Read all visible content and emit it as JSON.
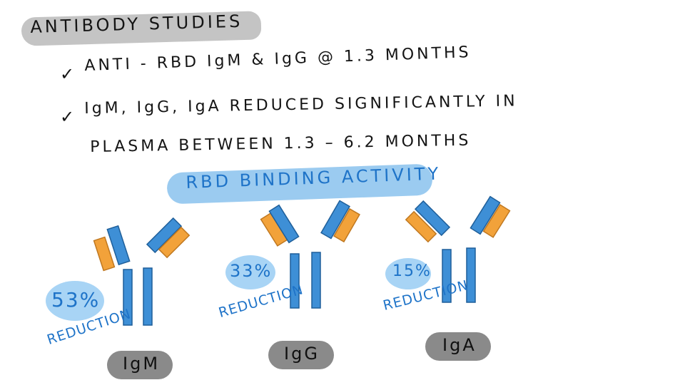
{
  "header": {
    "title": "ANTIBODY STUDIES"
  },
  "bullets": [
    {
      "check": "✓",
      "text": "ANTI - RBD  IgM  &  IgG   @  1.3  MONTHS"
    },
    {
      "check": "✓",
      "text": "IgM, IgG, IgA  REDUCED  SIGNIFICANTLY  IN",
      "continuation": "PLASMA   BETWEEN   1.3  –  6.2  MONTHS"
    }
  ],
  "section": {
    "label": "RBD  BINDING  ACTIVITY"
  },
  "colors": {
    "blue": "#3e8fd6",
    "orange": "#f2a23a",
    "light_blue": "#a8d4f5",
    "label_blue": "#1e73c8",
    "pill_gray": "#8a8a8a"
  },
  "antibodies": [
    {
      "name": "IgM",
      "reduction_percent": "53%",
      "reduction_label": "REDUCTION"
    },
    {
      "name": "IgG",
      "reduction_percent": "33%",
      "reduction_label": "REDUCTION"
    },
    {
      "name": "IgA",
      "reduction_percent": "15%",
      "reduction_label": "REDUCTION"
    }
  ]
}
